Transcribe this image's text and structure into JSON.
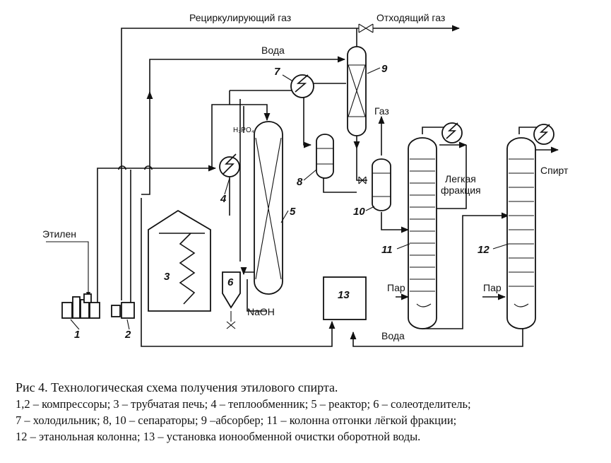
{
  "diagram": {
    "labels": {
      "recycle_gas": "Рециркулирующий газ",
      "off_gas": "Отходящий газ",
      "water_top": "Вода",
      "water_bottom": "Вода",
      "gas": "Газ",
      "ethylene": "Этилен",
      "h3po4": "H₃PO₄",
      "naoh": "NaOH",
      "light_fraction_1": "Легкая",
      "light_fraction_2": "фракция",
      "alcohol": "Спирт",
      "steam_1": "Пар",
      "steam_2": "Пар"
    },
    "numbers": {
      "n1": "1",
      "n2": "2",
      "n3": "3",
      "n4": "4",
      "n5": "5",
      "n6": "6",
      "n7": "7",
      "n8": "8",
      "n9": "9",
      "n10": "10",
      "n11": "11",
      "n12": "12",
      "n13": "13"
    }
  },
  "caption": {
    "title": "Рис 4. Технологическая схема получения этилового спирта.",
    "lines": [
      "1,2 – компрессоры; 3 – трубчатая печь; 4 – теплообменник; 5 – реактор; 6 – солеотделитель;",
      "7 – холодильник; 8, 10 – сепараторы; 9 –абсорбер; 11 – колонна отгонки лёгкой фракции;",
      "12 – этанольная колонна; 13 – установка ионообменной очистки оборотной воды."
    ]
  }
}
